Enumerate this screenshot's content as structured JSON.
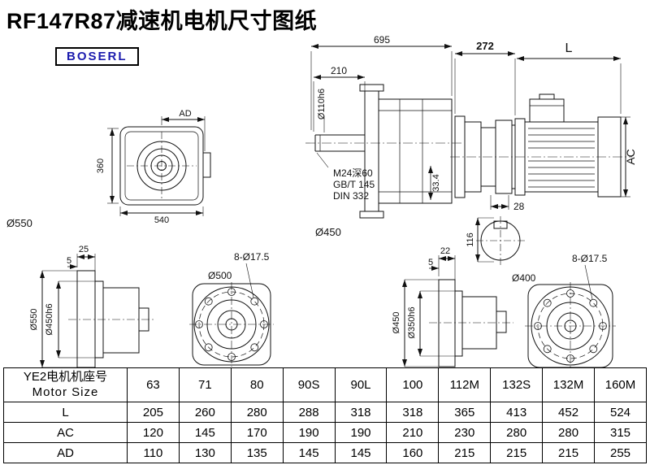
{
  "page": {
    "title": "RF147R87减速机电机尺寸图纸",
    "brand": "BOSERL"
  },
  "drawing": {
    "front_view": {
      "ad": "AD",
      "height": "360",
      "width": "540",
      "dia": "Ø550"
    },
    "side_view": {
      "overall": "695",
      "shaft_len": "210",
      "shaft_dia": "Ø110h6",
      "thread": "M24深60",
      "std1": "GB/T 145",
      "std2": "DIN 332",
      "step": "33.4",
      "flange_dia": "Ø450"
    },
    "motor_view": {
      "adapter_len": "272",
      "motor_len": "L",
      "frame_dia": "AC",
      "shaft_dim": "28",
      "center_height": "116"
    },
    "flange_side_550": {
      "d1": "25",
      "d2": "5",
      "outer_dia": "Ø550",
      "spigot_dia": "Ø450h6"
    },
    "flange_front_500": {
      "bolts": "8-Ø17.5",
      "dia": "Ø500"
    },
    "flange_side_450": {
      "d1": "22",
      "d2": "5",
      "outer_dia": "Ø450",
      "spigot_dia": "Ø350h6"
    },
    "flange_front_400": {
      "bolts": "8-Ø17.5",
      "dia": "Ø400"
    }
  },
  "table": {
    "row_header_line1": "YE2电机机座号",
    "row_header_line2": "Motor Size",
    "columns": [
      "63",
      "71",
      "80",
      "90S",
      "90L",
      "100",
      "112M",
      "132S",
      "132M",
      "160M"
    ],
    "rows": [
      {
        "label": "L",
        "values": [
          "205",
          "260",
          "280",
          "288",
          "318",
          "318",
          "365",
          "413",
          "452",
          "524"
        ]
      },
      {
        "label": "AC",
        "values": [
          "120",
          "145",
          "170",
          "190",
          "190",
          "210",
          "230",
          "280",
          "280",
          "315"
        ]
      },
      {
        "label": "AD",
        "values": [
          "110",
          "130",
          "135",
          "145",
          "145",
          "160",
          "215",
          "215",
          "215",
          "255"
        ]
      }
    ]
  }
}
